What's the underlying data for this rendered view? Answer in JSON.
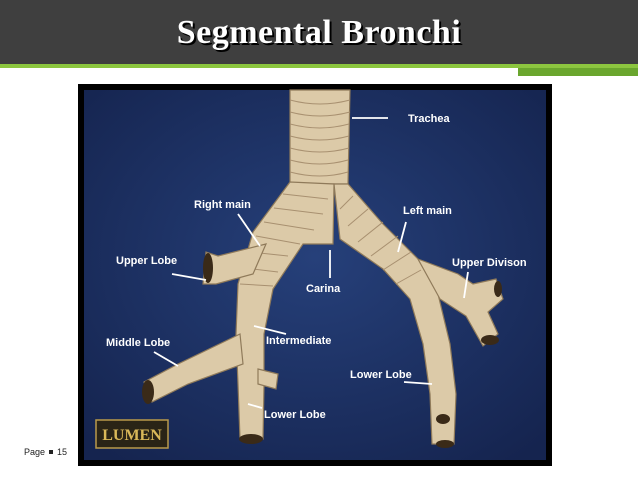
{
  "slide": {
    "title": "Segmental Bronchi",
    "page_label": "Page",
    "page_number": "15"
  },
  "figure": {
    "labels": {
      "trachea": "Trachea",
      "right_main": "Right main",
      "left_main": "Left main",
      "upper_lobe": "Upper Lobe",
      "carina": "Carina",
      "upper_division": "Upper Divison",
      "middle_lobe": "Middle Lobe",
      "intermediate": "Intermediate",
      "lower_lobe_left": "Lower Lobe",
      "lower_lobe_right": "Lower Lobe"
    },
    "logo_text": "LUMEN",
    "colors": {
      "background": "#1b2e63",
      "bronchi": "#dccaa8",
      "label": "#ffffff"
    }
  }
}
